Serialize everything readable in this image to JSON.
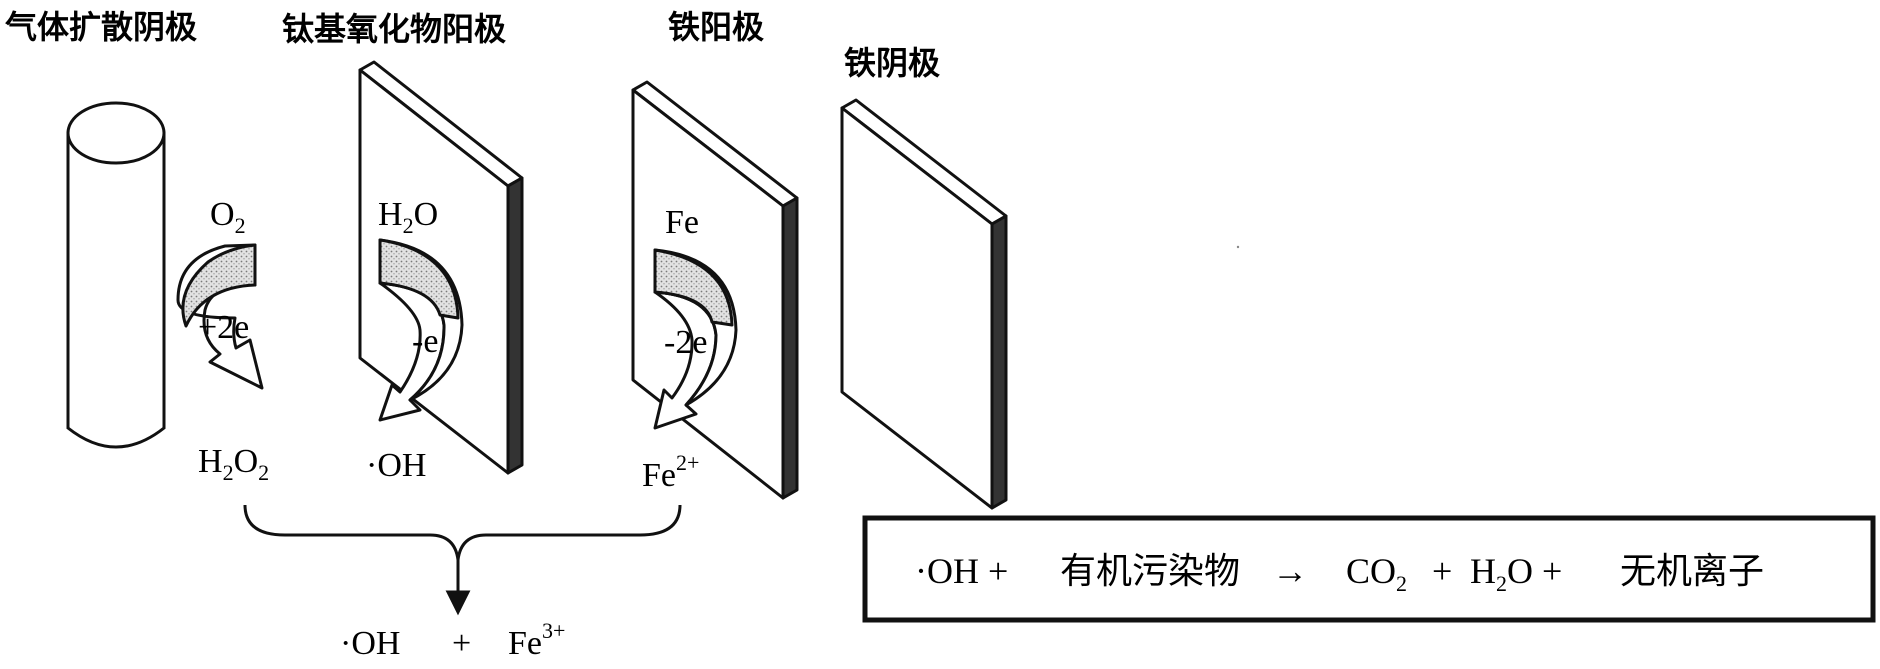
{
  "labels": {
    "gas_cathode": "气体扩散阴极",
    "ti_anode": "钛基氧化物阳极",
    "fe_anode": "铁阳极",
    "fe_cathode": "铁阴极"
  },
  "gas_cathode_reaction": {
    "reactant": "O",
    "reactant_sub": "2",
    "electrons": "+2e",
    "product_h": "H",
    "product_h_sub": "2",
    "product_o": "O",
    "product_o_sub": "2"
  },
  "ti_anode_reaction": {
    "reactant_h": "H",
    "reactant_h_sub": "2",
    "reactant_o": "O",
    "electrons": "-e",
    "product": "·OH"
  },
  "fe_anode_reaction": {
    "reactant": "Fe",
    "electrons": "-2e",
    "product": "Fe",
    "product_sup": "2+"
  },
  "combined_product": {
    "oh": "·OH",
    "plus": "+",
    "fe": "Fe",
    "fe_sup": "3+"
  },
  "equation": {
    "oh": "·OH +",
    "organic": "有机污染物",
    "arrow": "→",
    "co": "CO",
    "co_sub": "2",
    "plus1": "+",
    "h": "H",
    "h_sub": "2",
    "o_plus": "O +",
    "inorganic": "无机离子"
  },
  "colors": {
    "ink": "#111111",
    "stipple": "#c8c8c8"
  }
}
